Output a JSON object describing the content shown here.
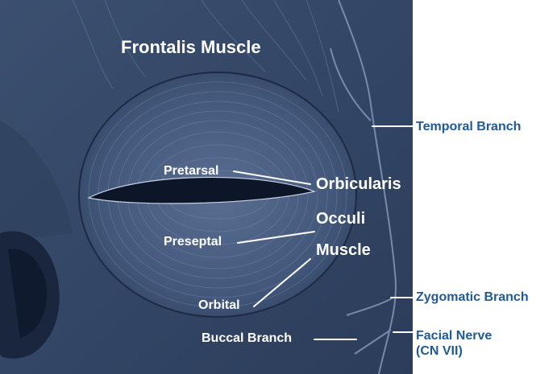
{
  "labels": {
    "title": "Frontalis Muscle",
    "muscle_line1": "Orbicularis",
    "muscle_line2": "Occuli",
    "muscle_line3": "Muscle",
    "pretarsal": "Pretarsal",
    "preseptal": "Preseptal",
    "orbital": "Orbital",
    "buccal": "Buccal Branch",
    "temporal": "Temporal Branch",
    "zygomatic": "Zygomatic Branch",
    "facial_line1": "Facial Nerve",
    "facial_line2": "(CN VII)"
  },
  "colors": {
    "background": "#ffffff",
    "illustration_base": "#3d5273",
    "illustration_dark": "#1c2a44",
    "illustration_light": "#6b7fa3",
    "label_white": "#ffffff",
    "label_blue": "#1f5a96"
  }
}
